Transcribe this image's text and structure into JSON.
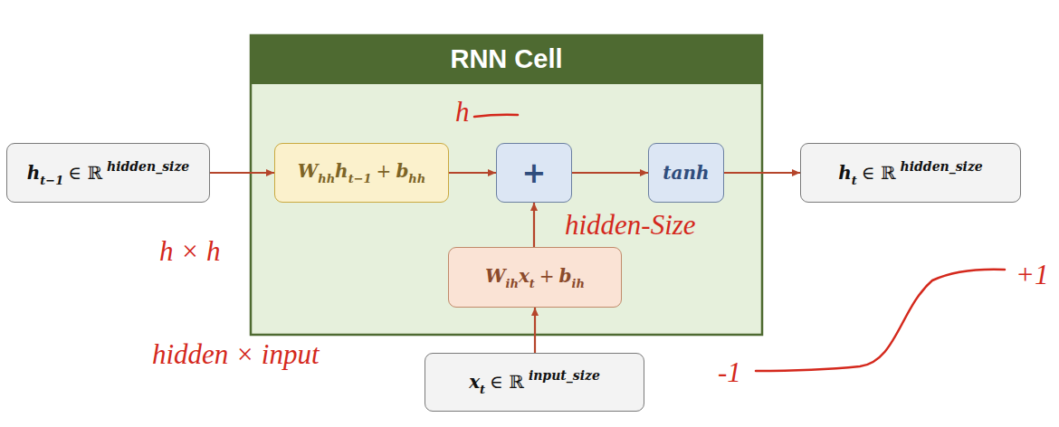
{
  "diagram": {
    "nodes": [
      {
        "text": [
          "RNN Cell"
        ]
      },
      {
        "text": [
          "h",
          "t−1",
          "∈ ℝ",
          "hidden_size"
        ]
      },
      {
        "text": [
          "W",
          "hh",
          "h",
          "t−1",
          "+",
          "b",
          "hh"
        ],
        "in": 0
      },
      {
        "text": [
          "+"
        ],
        "in": 0
      },
      {
        "text": [
          "tanh"
        ],
        "in": 0
      },
      {
        "text": [
          "h",
          "t",
          "∈ ℝ",
          "hidden_size"
        ]
      },
      {
        "text": [
          "W",
          "ih",
          "x",
          "t",
          "+",
          "b",
          "ih"
        ],
        "in": 0
      },
      {
        "text": [
          "x",
          "t",
          "∈ ℝ",
          "input_size"
        ]
      }
    ],
    "edges": [
      {
        "from": 1,
        "to": 2,
        "arrow": "to"
      },
      {
        "from": 2,
        "to": 3,
        "arrow": "to"
      },
      {
        "from": 6,
        "to": 3,
        "arrow": "to"
      },
      {
        "from": 3,
        "to": 4,
        "arrow": "to"
      },
      {
        "from": 4,
        "to": 5,
        "arrow": "to"
      },
      {
        "from": 7,
        "to": 6,
        "arrow": "to"
      }
    ],
    "labels": [
      "h",
      "h × h",
      "hidden × input",
      "hidden-Size",
      "+1",
      "-1"
    ]
  }
}
